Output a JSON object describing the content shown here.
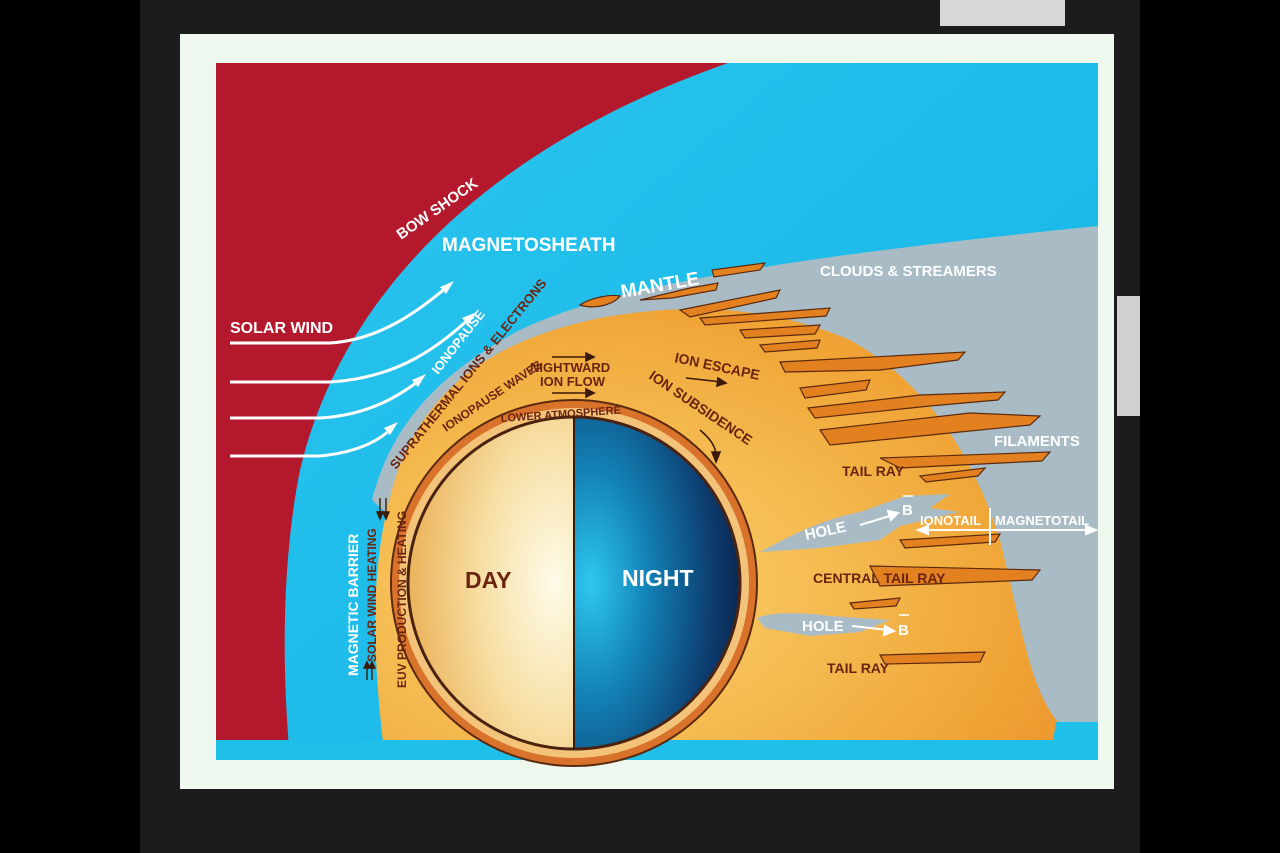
{
  "colors": {
    "background": "#000000",
    "board": "#1c1c1e",
    "paper": "#eef8ee",
    "solar_wind_red": "#b3182c",
    "magnetosheath_blue": "#1ec0ea",
    "ionosphere_orange": "#f2a93a",
    "tail_orange": "#e3801f",
    "gray": "#a9bcc5",
    "night_dark": "#0d2850",
    "day_light": "#fbf2d2",
    "label_brown": "#6a2410",
    "label_white": "#ffffff"
  },
  "labels": {
    "bow_shock": "BOW SHOCK",
    "magnetosheath": "MAGNETOSHEATH",
    "solar_wind": "SOLAR WIND",
    "ionopause": "IONOPAUSE",
    "suprathermal": "SUPRATHERMAL IONS & ELECTRONS",
    "ionopause_waves": "IONOPAUSE WAVES",
    "mantle": "MANTLE",
    "clouds_streamers": "CLOUDS & STREAMERS",
    "nightward_line1": "NIGHTWARD",
    "nightward_line2": "ION FLOW",
    "ion_escape": "ION ESCAPE",
    "ion_subsidence": "ION SUBSIDENCE",
    "lower_atmosphere": "LOWER ATMOSPHERE",
    "filaments": "FILAMENTS",
    "tail_ray_upper": "TAIL RAY",
    "hole_upper": "HOLE",
    "b_upper": "B",
    "ionotail": "IONOTAIL",
    "magnetotail": "MAGNETOTAIL",
    "central_tail_ray": "CENTRAL TAIL RAY",
    "hole_lower": "HOLE",
    "b_lower": "B",
    "tail_ray_lower": "TAIL RAY",
    "magnetic_barrier": "MAGNETIC BARRIER",
    "solar_wind_heating": "SOLAR WIND HEATING",
    "euv_production": "EUV PRODUCTION & HEATING",
    "day": "DAY",
    "night": "NIGHT"
  }
}
